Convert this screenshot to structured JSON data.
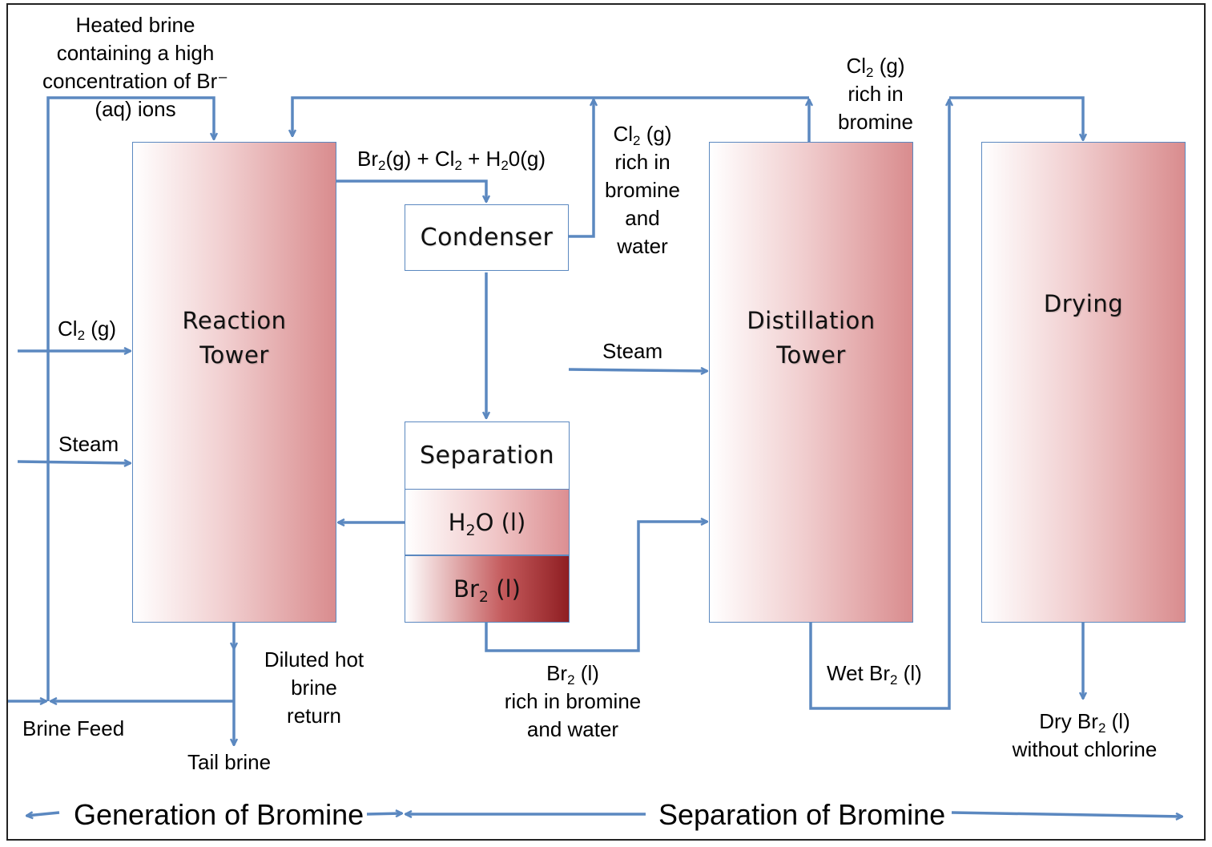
{
  "units": {
    "reaction_tower": {
      "line1": "Reaction",
      "line2": "Tower"
    },
    "condenser": "Condenser",
    "separation": "Separation",
    "water_layer": {
      "pre": "H",
      "sub": "2",
      "post": "O (l)"
    },
    "bromine_layer": {
      "pre": "Br",
      "sub": "2",
      "post": " (l)"
    },
    "distillation_tower": {
      "line1": "Distillation",
      "line2": "Tower"
    },
    "drying": "Drying"
  },
  "labels": {
    "heated_brine": [
      "Heated brine",
      "containing a high",
      "concentration of Br⁻",
      "(aq) ions"
    ],
    "cl2_feed": {
      "pre": "Cl",
      "sub": "2",
      "post": " (g)"
    },
    "steam_reaction": "Steam",
    "condenser_feed": {
      "a": "Br",
      "a_sub": "2",
      "b": "(g) + Cl",
      "b_sub": "2",
      "c": " + H",
      "c_sub": "2",
      "d": "0(g)"
    },
    "cl2_from_condenser": {
      "pre": "Cl",
      "sub": "2",
      "post": " (g)",
      "lines": [
        "rich in",
        "bromine",
        "and",
        "water"
      ]
    },
    "cl2_from_distillation": {
      "pre": "Cl",
      "sub": "2",
      "post": " (g)",
      "lines": [
        "rich in",
        "bromine"
      ]
    },
    "steam_distillation": "Steam",
    "diluted_brine": [
      "Diluted hot",
      "brine",
      "return"
    ],
    "brine_feed": "Brine Feed",
    "tail_brine": "Tail brine",
    "br2_to_distillation": {
      "pre": "Br",
      "sub": "2",
      "post": " (l)",
      "lines": [
        "rich in bromine",
        "and water"
      ]
    },
    "wet_br2": {
      "pre": "Wet Br",
      "sub": "2",
      "post": " (l)"
    },
    "dry_br2": {
      "pre": "Dry Br",
      "sub": "2",
      "post": " (l)",
      "lines": [
        "without chlorine"
      ]
    }
  },
  "sections": {
    "generation": "Generation of Bromine",
    "separation": "Separation of Bromine"
  },
  "colors": {
    "arrow": "#5b88c0",
    "box_border": "#5b88c0",
    "tower_fill": "#d98c8e",
    "bromine_fill": "#8f1e22"
  }
}
